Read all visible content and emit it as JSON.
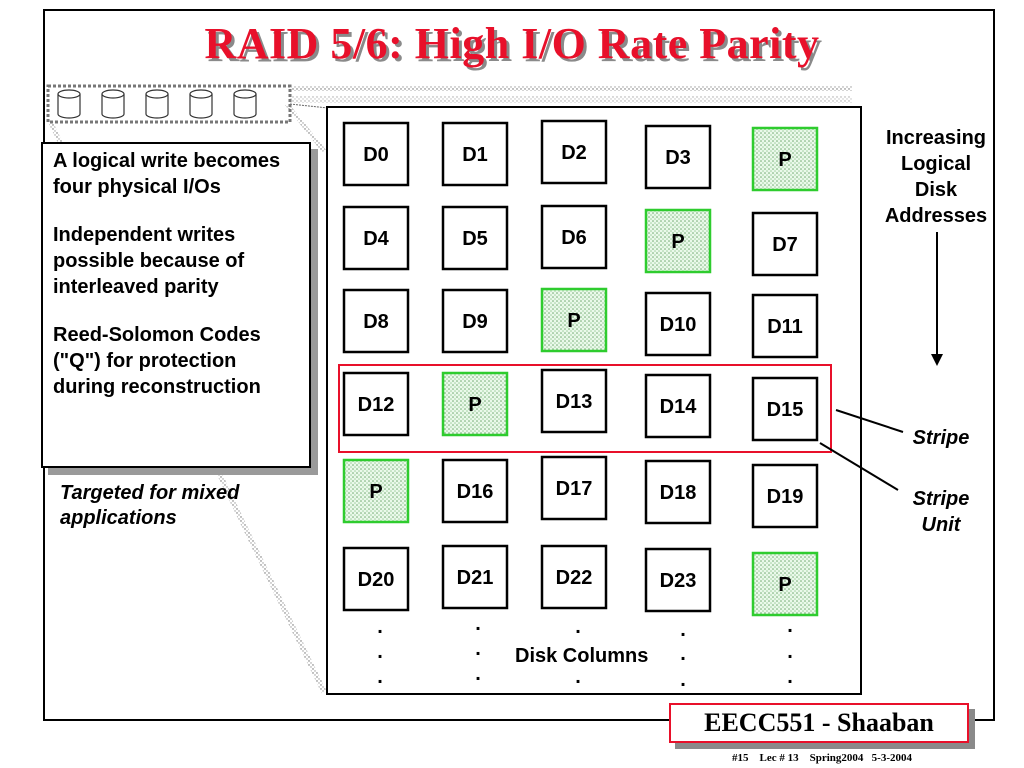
{
  "title": "RAID 5/6: High I/O Rate Parity",
  "description_points": [
    "A logical write becomes four physical I/Os",
    "Independent writes possible because of interleaved parity",
    "Reed-Solomon Codes (\"Q\") for protection during reconstruction"
  ],
  "targeted_note": "Targeted for mixed applications",
  "labels": {
    "increasing": [
      "Increasing",
      "Logical",
      "Disk",
      "Addresses"
    ],
    "stripe": "Stripe",
    "stripe_unit": [
      "Stripe",
      "Unit"
    ],
    "disk_columns": "Disk Columns"
  },
  "disk_grid": [
    [
      "D0",
      "D1",
      "D2",
      "D3",
      "P"
    ],
    [
      "D4",
      "D5",
      "D6",
      "P",
      "D7"
    ],
    [
      "D8",
      "D9",
      "P",
      "D10",
      "D11"
    ],
    [
      "D12",
      "P",
      "D13",
      "D14",
      "D15"
    ],
    [
      "P",
      "D16",
      "D17",
      "D18",
      "D19"
    ],
    [
      "D20",
      "D21",
      "D22",
      "D23",
      "P"
    ]
  ],
  "parity_label": "P",
  "continuation_glyph": ".",
  "colors": {
    "title": "#e8102a",
    "parity_border": "#2ecc2e",
    "stripe_highlight": "#e8102a"
  },
  "footer": {
    "course": "EECC551 - Shaaban",
    "slide_number": "#15",
    "lecture": "Lec # 13",
    "term": "Spring2004",
    "date": "5-3-2004"
  }
}
